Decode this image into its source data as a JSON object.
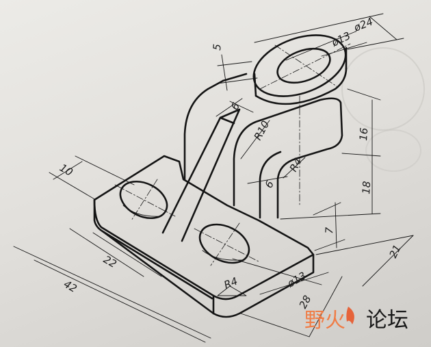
{
  "dimensions": {
    "d24": "ø24",
    "d13_top": "ø13",
    "h5": "5",
    "t6_rib": "6",
    "r10": "R10",
    "r4_upper": "R4",
    "t6_web": "6",
    "h16": "16",
    "h18": "18",
    "w10": "10",
    "h7": "7",
    "w21": "21",
    "w22": "22",
    "w42": "42",
    "r4_lower": "R4",
    "d13_base": "ø13",
    "w28": "28"
  },
  "watermark": {
    "text_colored": "野火",
    "text_dark": "论坛",
    "colors": {
      "accent": "#f07c45",
      "flame": "#e8562a",
      "dark": "#181818"
    }
  }
}
